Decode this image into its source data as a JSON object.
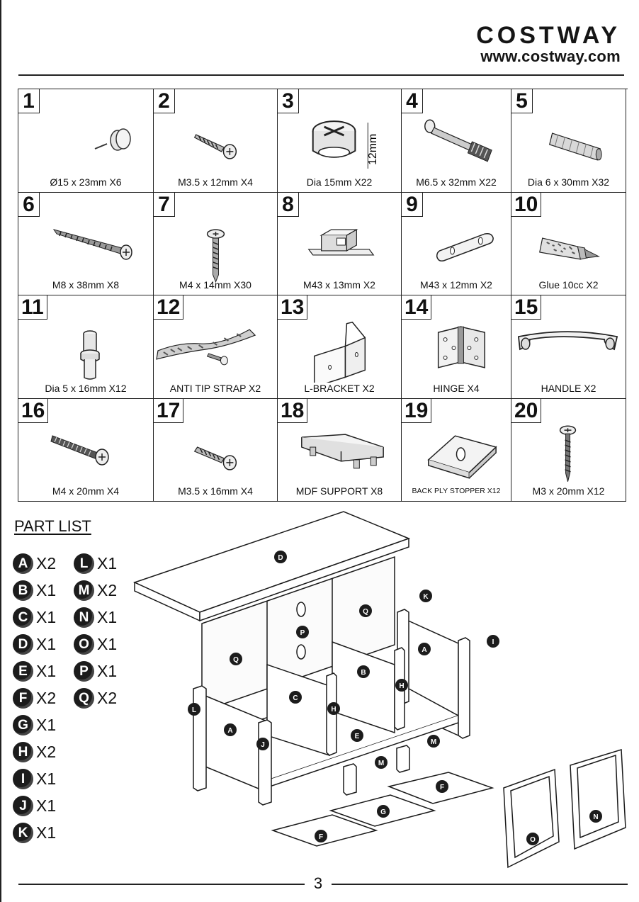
{
  "brand": {
    "name": "COSTWAY",
    "url": "www.costway.com"
  },
  "hardware": [
    {
      "num": "1",
      "label": "Ø15 x 23mm   X6",
      "icon": "furniture-glide-icon"
    },
    {
      "num": "2",
      "label": "M3.5 x 12mm  X4",
      "icon": "wood-screw-icon"
    },
    {
      "num": "3",
      "label": "Dia 15mm  X22",
      "icon": "cam-lock-icon",
      "dim": "12mm"
    },
    {
      "num": "4",
      "label": "M6.5 x 32mm  X22",
      "icon": "cam-bolt-icon"
    },
    {
      "num": "5",
      "label": "Dia 6 x 30mm  X32",
      "icon": "wood-dowel-icon"
    },
    {
      "num": "6",
      "label": "M8 x 38mm  X8",
      "icon": "long-screw-icon"
    },
    {
      "num": "7",
      "label": "M4 x 14mm  X30",
      "icon": "pan-head-screw-icon"
    },
    {
      "num": "8",
      "label": "M43 x 13mm  X2",
      "icon": "magnetic-catch-icon"
    },
    {
      "num": "9",
      "label": "M43 x 12mm  X2",
      "icon": "catch-plate-icon"
    },
    {
      "num": "10",
      "label": "Glue 10cc  X2",
      "icon": "glue-tube-icon"
    },
    {
      "num": "11",
      "label": "Dia 5 x 16mm  X12",
      "icon": "shelf-pin-icon"
    },
    {
      "num": "12",
      "label": "ANTI TIP STRAP  X2",
      "icon": "anti-tip-strap-icon"
    },
    {
      "num": "13",
      "label": "L-BRACKET  X2",
      "icon": "l-bracket-icon"
    },
    {
      "num": "14",
      "label": "HINGE  X4",
      "icon": "hinge-icon"
    },
    {
      "num": "15",
      "label": "HANDLE  X2",
      "icon": "handle-icon"
    },
    {
      "num": "16",
      "label": "M4 x 20mm  X4",
      "icon": "machine-screw-icon"
    },
    {
      "num": "17",
      "label": "M3.5 x 16mm  X4",
      "icon": "short-screw-icon"
    },
    {
      "num": "18",
      "label": "MDF SUPPORT  X8",
      "icon": "mdf-support-icon"
    },
    {
      "num": "19",
      "label": "BACK PLY STOPPER  X12",
      "icon": "back-ply-stopper-icon"
    },
    {
      "num": "20",
      "label": "M3 x 20mm  X12",
      "icon": "flat-head-screw-icon"
    }
  ],
  "part_list": {
    "title": "PART LIST",
    "col1": [
      {
        "letter": "A",
        "qty": "X2"
      },
      {
        "letter": "B",
        "qty": "X1"
      },
      {
        "letter": "C",
        "qty": "X1"
      },
      {
        "letter": "D",
        "qty": "X1"
      },
      {
        "letter": "E",
        "qty": "X1"
      },
      {
        "letter": "F",
        "qty": "X2"
      },
      {
        "letter": "G",
        "qty": "X1"
      },
      {
        "letter": "H",
        "qty": "X2"
      },
      {
        "letter": "I",
        "qty": "X1"
      },
      {
        "letter": "J",
        "qty": "X1"
      },
      {
        "letter": "K",
        "qty": "X1"
      }
    ],
    "col2": [
      {
        "letter": "L",
        "qty": "X1"
      },
      {
        "letter": "M",
        "qty": "X2"
      },
      {
        "letter": "N",
        "qty": "X1"
      },
      {
        "letter": "O",
        "qty": "X1"
      },
      {
        "letter": "P",
        "qty": "X1"
      },
      {
        "letter": "Q",
        "qty": "X2"
      }
    ]
  },
  "diagram_labels": {
    "top": "D",
    "back": "Q",
    "back2": "Q",
    "partition": "P",
    "side_right": "A",
    "side_left": "A",
    "divider_left": "C",
    "divider_right": "B",
    "bottom": "E",
    "post_left": "L",
    "post_front": "J",
    "post_right": "I",
    "rail": "K",
    "rail_h1": "H",
    "rail_h2": "H",
    "support_m1": "M",
    "support_m2": "M",
    "shelf_f1": "F",
    "shelf_g": "G",
    "shelf_f2": "F",
    "door_o": "O",
    "door_n": "N"
  },
  "page_number": "3"
}
